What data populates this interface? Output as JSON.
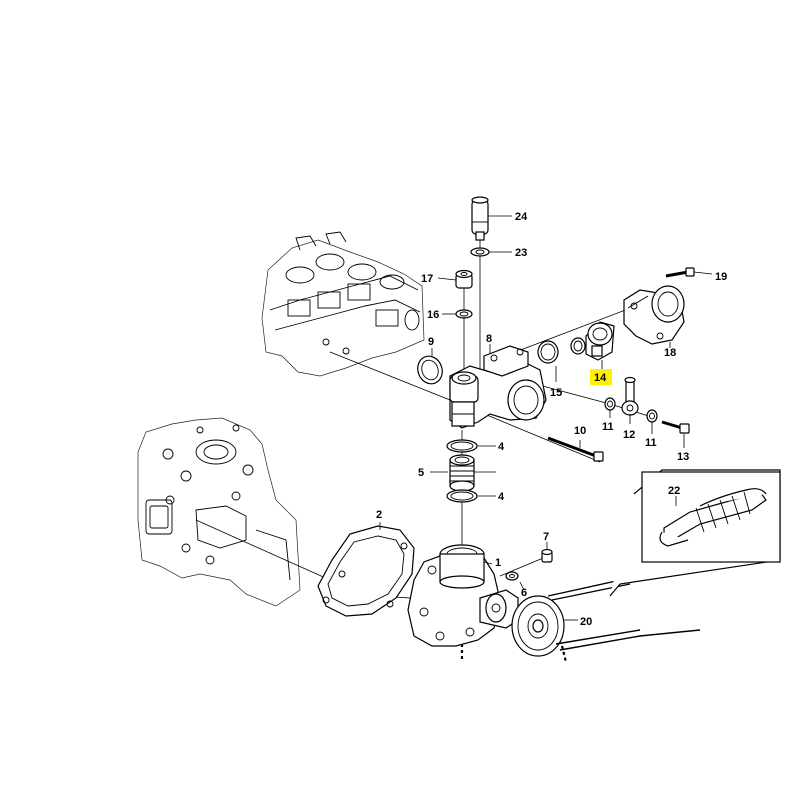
{
  "callouts": {
    "c1": "1",
    "c2": "2",
    "c4a": "4",
    "c4b": "4",
    "c5": "5",
    "c6": "6",
    "c7": "7",
    "c8": "8",
    "c9": "9",
    "c10": "10",
    "c11a": "11",
    "c11b": "11",
    "c12": "12",
    "c13": "13",
    "c14": "14",
    "c15": "15",
    "c16": "16",
    "c17": "17",
    "c18": "18",
    "c19": "19",
    "c20": "20",
    "c22": "22",
    "c23": "23",
    "c24": "24"
  },
  "highlight": {
    "part": "14",
    "color": "#fff200"
  }
}
